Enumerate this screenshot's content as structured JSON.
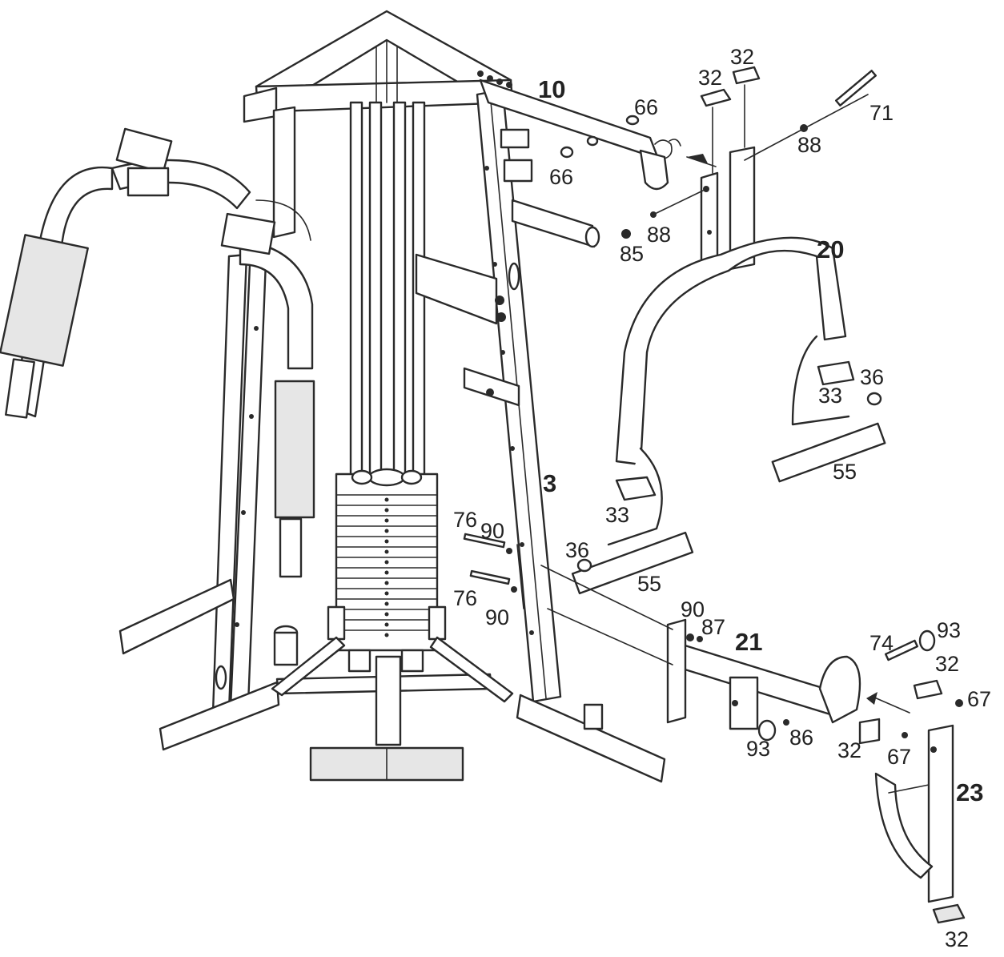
{
  "diagram": {
    "part_labels": [
      {
        "id": "p10",
        "text": "10",
        "bold": true
      },
      {
        "id": "p66a",
        "text": "66",
        "bold": false
      },
      {
        "id": "p66b",
        "text": "66",
        "bold": false
      },
      {
        "id": "p32a",
        "text": "32",
        "bold": false
      },
      {
        "id": "p32b",
        "text": "32",
        "bold": false
      },
      {
        "id": "p71",
        "text": "71",
        "bold": false
      },
      {
        "id": "p88a",
        "text": "88",
        "bold": false
      },
      {
        "id": "p85",
        "text": "85",
        "bold": false
      },
      {
        "id": "p88b",
        "text": "88",
        "bold": false
      },
      {
        "id": "p20",
        "text": "20",
        "bold": true
      },
      {
        "id": "p33a",
        "text": "33",
        "bold": false
      },
      {
        "id": "p36a",
        "text": "36",
        "bold": false
      },
      {
        "id": "p55a",
        "text": "55",
        "bold": false
      },
      {
        "id": "p3",
        "text": "3",
        "bold": true
      },
      {
        "id": "p33b",
        "text": "33",
        "bold": false
      },
      {
        "id": "p76a",
        "text": "76",
        "bold": false
      },
      {
        "id": "p90a",
        "text": "90",
        "bold": false
      },
      {
        "id": "p36b",
        "text": "36",
        "bold": false
      },
      {
        "id": "p55b",
        "text": "55",
        "bold": false
      },
      {
        "id": "p76b",
        "text": "76",
        "bold": false
      },
      {
        "id": "p90b",
        "text": "90",
        "bold": false
      },
      {
        "id": "p90c",
        "text": "90",
        "bold": false
      },
      {
        "id": "p87",
        "text": "87",
        "bold": false
      },
      {
        "id": "p21",
        "text": "21",
        "bold": true
      },
      {
        "id": "p74",
        "text": "74",
        "bold": false
      },
      {
        "id": "p93a",
        "text": "93",
        "bold": false
      },
      {
        "id": "p32c",
        "text": "32",
        "bold": false
      },
      {
        "id": "p67a",
        "text": "67",
        "bold": false
      },
      {
        "id": "p93b",
        "text": "93",
        "bold": false
      },
      {
        "id": "p86",
        "text": "86",
        "bold": false
      },
      {
        "id": "p32d",
        "text": "32",
        "bold": false
      },
      {
        "id": "p67b",
        "text": "67",
        "bold": false
      },
      {
        "id": "p23",
        "text": "23",
        "bold": true
      },
      {
        "id": "p32e",
        "text": "32",
        "bold": false
      }
    ]
  }
}
